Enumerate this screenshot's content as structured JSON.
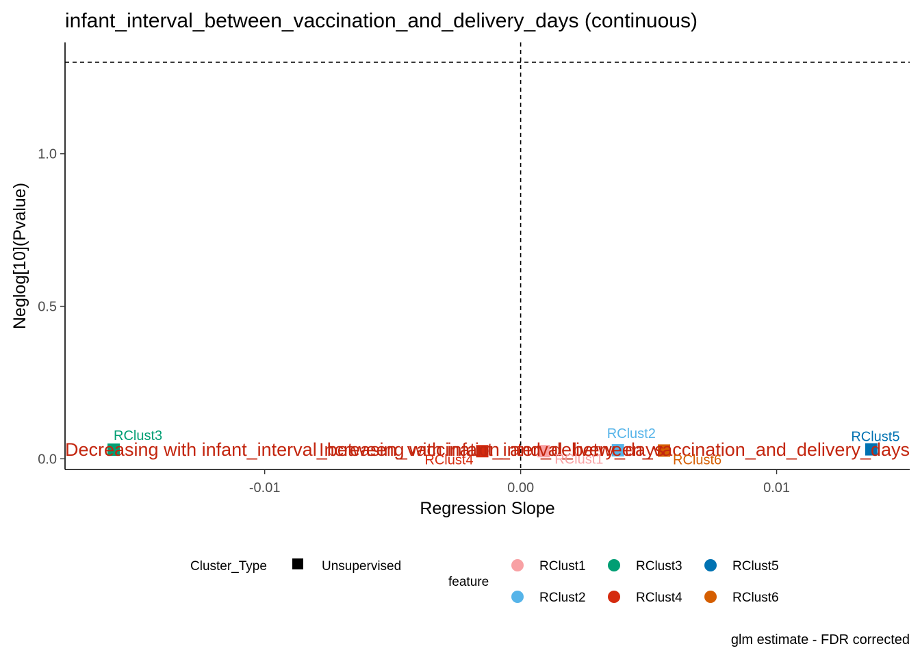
{
  "chart_data": {
    "type": "scatter",
    "title": "infant_interval_between_vaccination_and_delivery_days (continuous)",
    "xlabel": "Regression Slope",
    "ylabel": "Neglog[10](Pvalue)",
    "caption": "glm estimate - FDR corrected",
    "xlim": [
      -0.0178,
      0.0152
    ],
    "ylim": [
      -0.035,
      1.365
    ],
    "x_ticks": [
      -0.01,
      0.0,
      0.01
    ],
    "x_tick_labels": [
      "-0.01",
      "0.00",
      "0.01"
    ],
    "y_ticks": [
      0.0,
      0.5,
      1.0
    ],
    "y_tick_labels": [
      "0.0",
      "0.5",
      "1.0"
    ],
    "grid": false,
    "ref_lines": {
      "x": 0.0,
      "y": 1.3
    },
    "points": [
      {
        "label": "RClust1",
        "x": 0.0009,
        "y": 0.025,
        "color": "#F8A1A4"
      },
      {
        "label": "RClust2",
        "x": 0.0038,
        "y": 0.028,
        "color": "#56B4E9"
      },
      {
        "label": "RClust3",
        "x": -0.0159,
        "y": 0.03,
        "color": "#009E73"
      },
      {
        "label": "RClust4",
        "x": -0.0015,
        "y": 0.025,
        "color": "#D52B0F"
      },
      {
        "label": "RClust5",
        "x": 0.0137,
        "y": 0.031,
        "color": "#0072B2"
      },
      {
        "label": "RClust6",
        "x": 0.0056,
        "y": 0.027,
        "color": "#D55E00"
      }
    ],
    "annotations": [
      {
        "text": "Decreasing with infant_interval_between_vaccination_and_delivery_days",
        "color": "#C3260F"
      },
      {
        "text": "Increasing with infant_interval_between_vaccination_and_delivery_days",
        "color": "#C3260F"
      }
    ],
    "legend": {
      "position": "bottom",
      "shape_title": "Cluster_Type",
      "shape_items": [
        "Unsupervised"
      ],
      "color_title": "feature",
      "color_items": [
        {
          "label": "RClust1",
          "color": "#F8A1A4"
        },
        {
          "label": "RClust3",
          "color": "#009E73"
        },
        {
          "label": "RClust5",
          "color": "#0072B2"
        },
        {
          "label": "RClust2",
          "color": "#56B4E9"
        },
        {
          "label": "RClust4",
          "color": "#D52B0F"
        },
        {
          "label": "RClust6",
          "color": "#D55E00"
        }
      ]
    }
  }
}
